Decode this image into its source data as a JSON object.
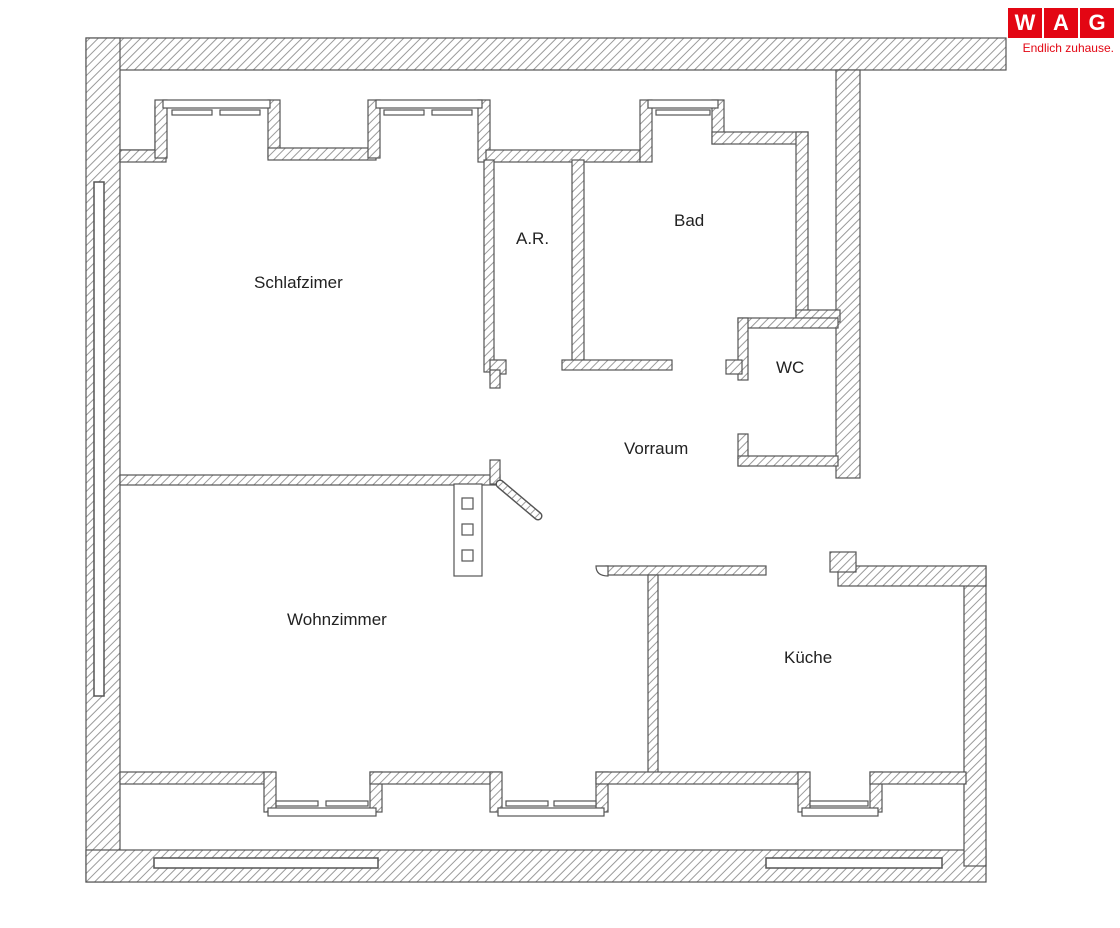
{
  "logo": {
    "letters": [
      "W",
      "A",
      "G"
    ],
    "tagline": "Endlich zuhause."
  },
  "rooms": {
    "schlafzimmer": "Schlafzimer",
    "abstellraum": "A.R.",
    "bad": "Bad",
    "wc": "WC",
    "vorraum": "Vorraum",
    "wohnzimmer": "Wohnzimmer",
    "kueche": "Küche"
  },
  "colors": {
    "wall_stroke": "#555555",
    "wall_hatch": "#9a9a9a",
    "brand": "#e30613"
  }
}
